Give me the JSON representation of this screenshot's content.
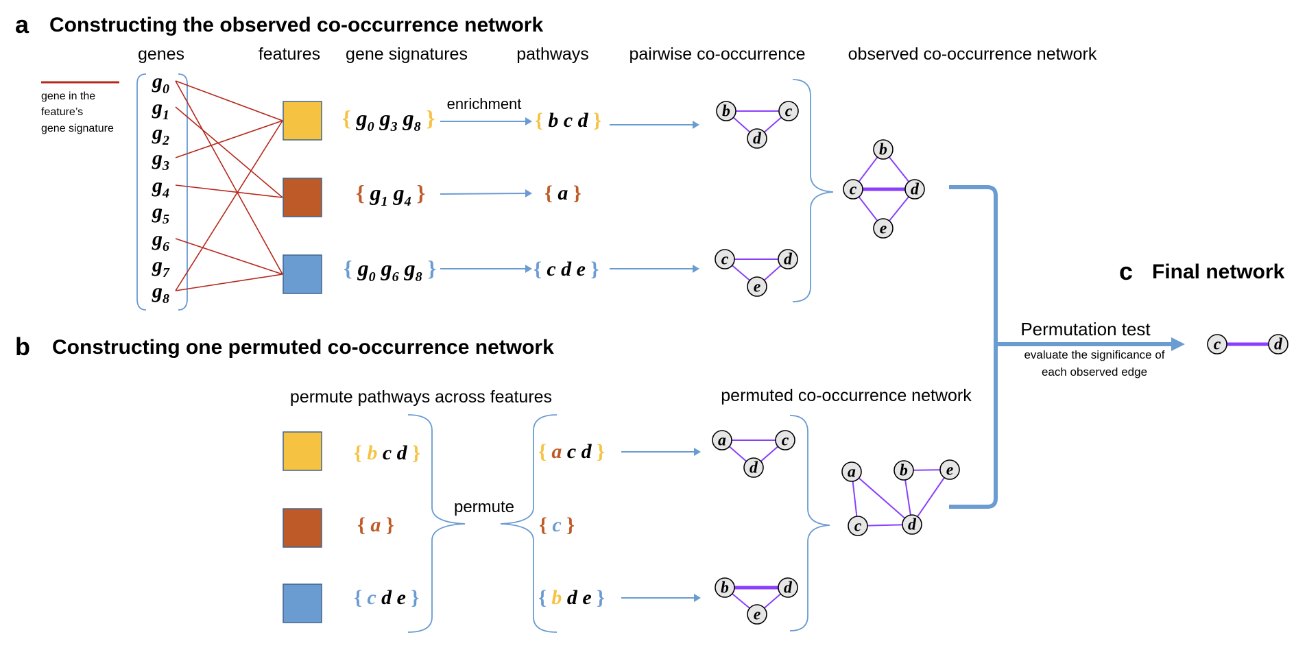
{
  "colors": {
    "yellow": "#f6c242",
    "orange": "#bd5a27",
    "blue": "#6a9bd1",
    "gene_edge": "#b5271b",
    "network_edge": "#8a3ffc",
    "node_fill": "#e6e6e6"
  },
  "panel_a": {
    "letter": "a",
    "title": "Constructing the observed co-occurrence network",
    "headers": {
      "genes": "genes",
      "features": "features",
      "gene_signatures": "gene signatures",
      "pathways": "pathways",
      "pairwise": "pairwise co-occurrence",
      "observed": "observed co-occurrence network"
    },
    "legend": [
      "gene in the",
      "feature’s",
      "gene signature"
    ],
    "genes": [
      {
        "base": "g",
        "sub": "0"
      },
      {
        "base": "g",
        "sub": "1"
      },
      {
        "base": "g",
        "sub": "2"
      },
      {
        "base": "g",
        "sub": "3"
      },
      {
        "base": "g",
        "sub": "4"
      },
      {
        "base": "g",
        "sub": "5"
      },
      {
        "base": "g",
        "sub": "6"
      },
      {
        "base": "g",
        "sub": "7"
      },
      {
        "base": "g",
        "sub": "8"
      }
    ],
    "features": [
      {
        "color": "yellow",
        "signature": [
          {
            "base": "g",
            "sub": "0"
          },
          {
            "base": "g",
            "sub": "3"
          },
          {
            "base": "g",
            "sub": "8"
          }
        ],
        "pathways": [
          "b",
          "c",
          "d"
        ]
      },
      {
        "color": "orange",
        "signature": [
          {
            "base": "g",
            "sub": "1"
          },
          {
            "base": "g",
            "sub": "4"
          }
        ],
        "pathways": [
          "a"
        ]
      },
      {
        "color": "blue",
        "signature": [
          {
            "base": "g",
            "sub": "0"
          },
          {
            "base": "g",
            "sub": "6"
          },
          {
            "base": "g",
            "sub": "8"
          }
        ],
        "pathways": [
          "c",
          "d",
          "e"
        ]
      }
    ],
    "enrichment_label": "enrichment",
    "gene_feature_links": [
      [
        0,
        0
      ],
      [
        3,
        0
      ],
      [
        8,
        0
      ],
      [
        1,
        1
      ],
      [
        4,
        1
      ],
      [
        0,
        2
      ],
      [
        6,
        2
      ],
      [
        8,
        2
      ]
    ]
  },
  "panel_b": {
    "letter": "b",
    "title": "Constructing one permuted co-occurrence network",
    "header": "permute pathways across features",
    "permute_label": "permute",
    "permuted_header": "permuted co-occurrence network",
    "original_sets": [
      {
        "color": "yellow",
        "items": [
          [
            "b",
            "yellow"
          ],
          [
            "c",
            "black"
          ],
          [
            "d",
            "black"
          ]
        ]
      },
      {
        "color": "orange",
        "items": [
          [
            "a",
            "orange"
          ]
        ]
      },
      {
        "color": "blue",
        "items": [
          [
            "c",
            "blue"
          ],
          [
            "d",
            "black"
          ],
          [
            "e",
            "black"
          ]
        ]
      }
    ],
    "permuted_sets": [
      {
        "color": "yellow",
        "items": [
          [
            "a",
            "orange"
          ],
          [
            "c",
            "black"
          ],
          [
            "d",
            "black"
          ]
        ]
      },
      {
        "color": "orange",
        "items": [
          [
            "c",
            "blue"
          ]
        ]
      },
      {
        "color": "blue",
        "items": [
          [
            "b",
            "yellow"
          ],
          [
            "d",
            "black"
          ],
          [
            "e",
            "black"
          ]
        ]
      }
    ]
  },
  "panel_c": {
    "letter": "c",
    "title": "Final network",
    "test_label": "Permutation test",
    "test_sub1": "evaluate the significance of",
    "test_sub2": "each observed edge",
    "nodes": [
      "c",
      "d"
    ]
  },
  "networks": {
    "obs_pair_1": {
      "nodes": [
        "b",
        "c",
        "d"
      ],
      "edges": [
        [
          "b",
          "c"
        ],
        [
          "b",
          "d"
        ],
        [
          "c",
          "d"
        ]
      ]
    },
    "obs_pair_2": {
      "nodes": [
        "c",
        "d",
        "e"
      ],
      "edges": [
        [
          "c",
          "d"
        ],
        [
          "c",
          "e"
        ],
        [
          "d",
          "e"
        ]
      ]
    },
    "observed": {
      "nodes": [
        "b",
        "c",
        "d",
        "e"
      ],
      "edges": [
        [
          "b",
          "c"
        ],
        [
          "b",
          "d"
        ],
        [
          "c",
          "d",
          "thick"
        ],
        [
          "c",
          "e"
        ],
        [
          "d",
          "e"
        ]
      ]
    },
    "perm_pair_1": {
      "nodes": [
        "a",
        "c",
        "d"
      ],
      "edges": [
        [
          "a",
          "c"
        ],
        [
          "a",
          "d"
        ],
        [
          "c",
          "d"
        ]
      ]
    },
    "perm_pair_2": {
      "nodes": [
        "b",
        "d",
        "e"
      ],
      "edges": [
        [
          "b",
          "d",
          "thick"
        ],
        [
          "b",
          "e"
        ],
        [
          "d",
          "e"
        ]
      ]
    },
    "permuted": {
      "nodes": [
        "a",
        "b",
        "e",
        "c",
        "d"
      ],
      "edges": [
        [
          "a",
          "c"
        ],
        [
          "a",
          "d"
        ],
        [
          "b",
          "d"
        ],
        [
          "b",
          "e"
        ],
        [
          "c",
          "d"
        ],
        [
          "d",
          "e"
        ]
      ]
    },
    "final": {
      "nodes": [
        "c",
        "d"
      ],
      "edges": [
        [
          "c",
          "d",
          "thick"
        ]
      ]
    }
  }
}
